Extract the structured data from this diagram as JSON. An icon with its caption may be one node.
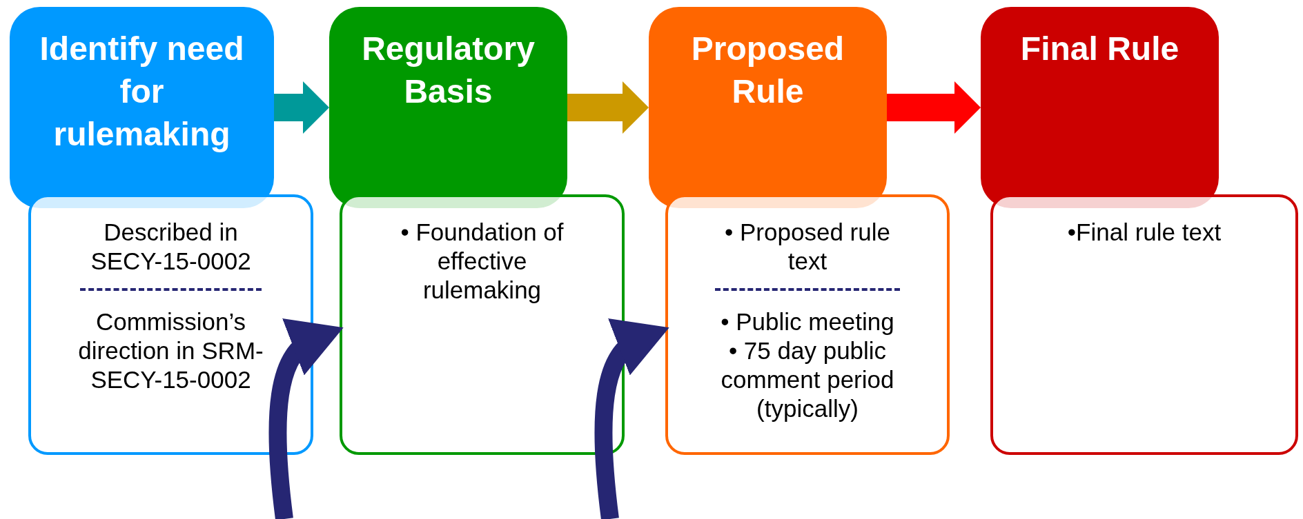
{
  "diagram": {
    "nodes": [
      {
        "text": [
          "Identify need for rulemaking"
        ]
      },
      {
        "text": [
          "Described in SECY-15-0002",
          "Commission’s direction in SRM-SECY-15-0002"
        ]
      },
      {
        "text": [
          "Regulatory Basis"
        ]
      },
      {
        "text": [
          "• Foundation of effective rulemaking"
        ]
      },
      {
        "text": [
          "Proposed Rule"
        ]
      },
      {
        "text": [
          "• Proposed rule text",
          "• Public meeting",
          "• 75 day public comment period (typically)"
        ]
      },
      {
        "text": [
          "Final Rule"
        ]
      },
      {
        "text": [
          "•Final rule text"
        ]
      }
    ],
    "edges": [
      {
        "from": 0,
        "to": 2,
        "arrow": "to",
        "color": "#009999"
      },
      {
        "from": 2,
        "to": 4,
        "arrow": "to",
        "color": "#cc9900"
      },
      {
        "from": 4,
        "to": 6,
        "arrow": "to",
        "color": "#ff0000"
      },
      {
        "from": null,
        "to": 3,
        "arrow": "to",
        "color": "#262673"
      },
      {
        "from": null,
        "to": 5,
        "arrow": "to",
        "color": "#262673"
      }
    ]
  }
}
